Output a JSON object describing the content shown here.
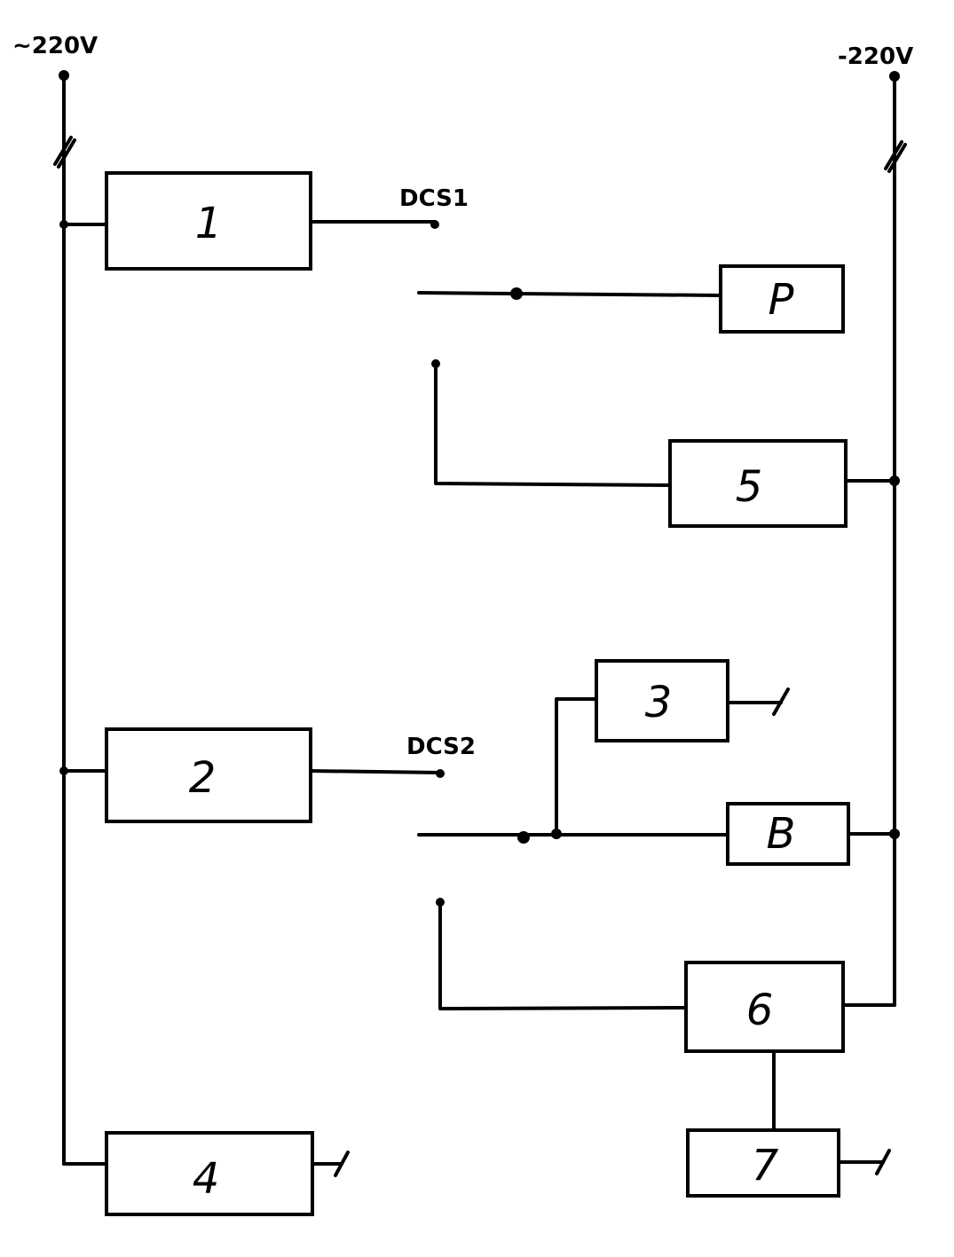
{
  "supply_left": "~220V",
  "supply_right": "-220V",
  "signals": {
    "dcs1": "DCS1",
    "dcs2": "DCS2"
  },
  "blocks": {
    "b1": "1",
    "b2": "2",
    "b3": "3",
    "b4": "4",
    "b5": "5",
    "b6": "6",
    "b7": "7",
    "bP": "P",
    "bB": "B"
  }
}
